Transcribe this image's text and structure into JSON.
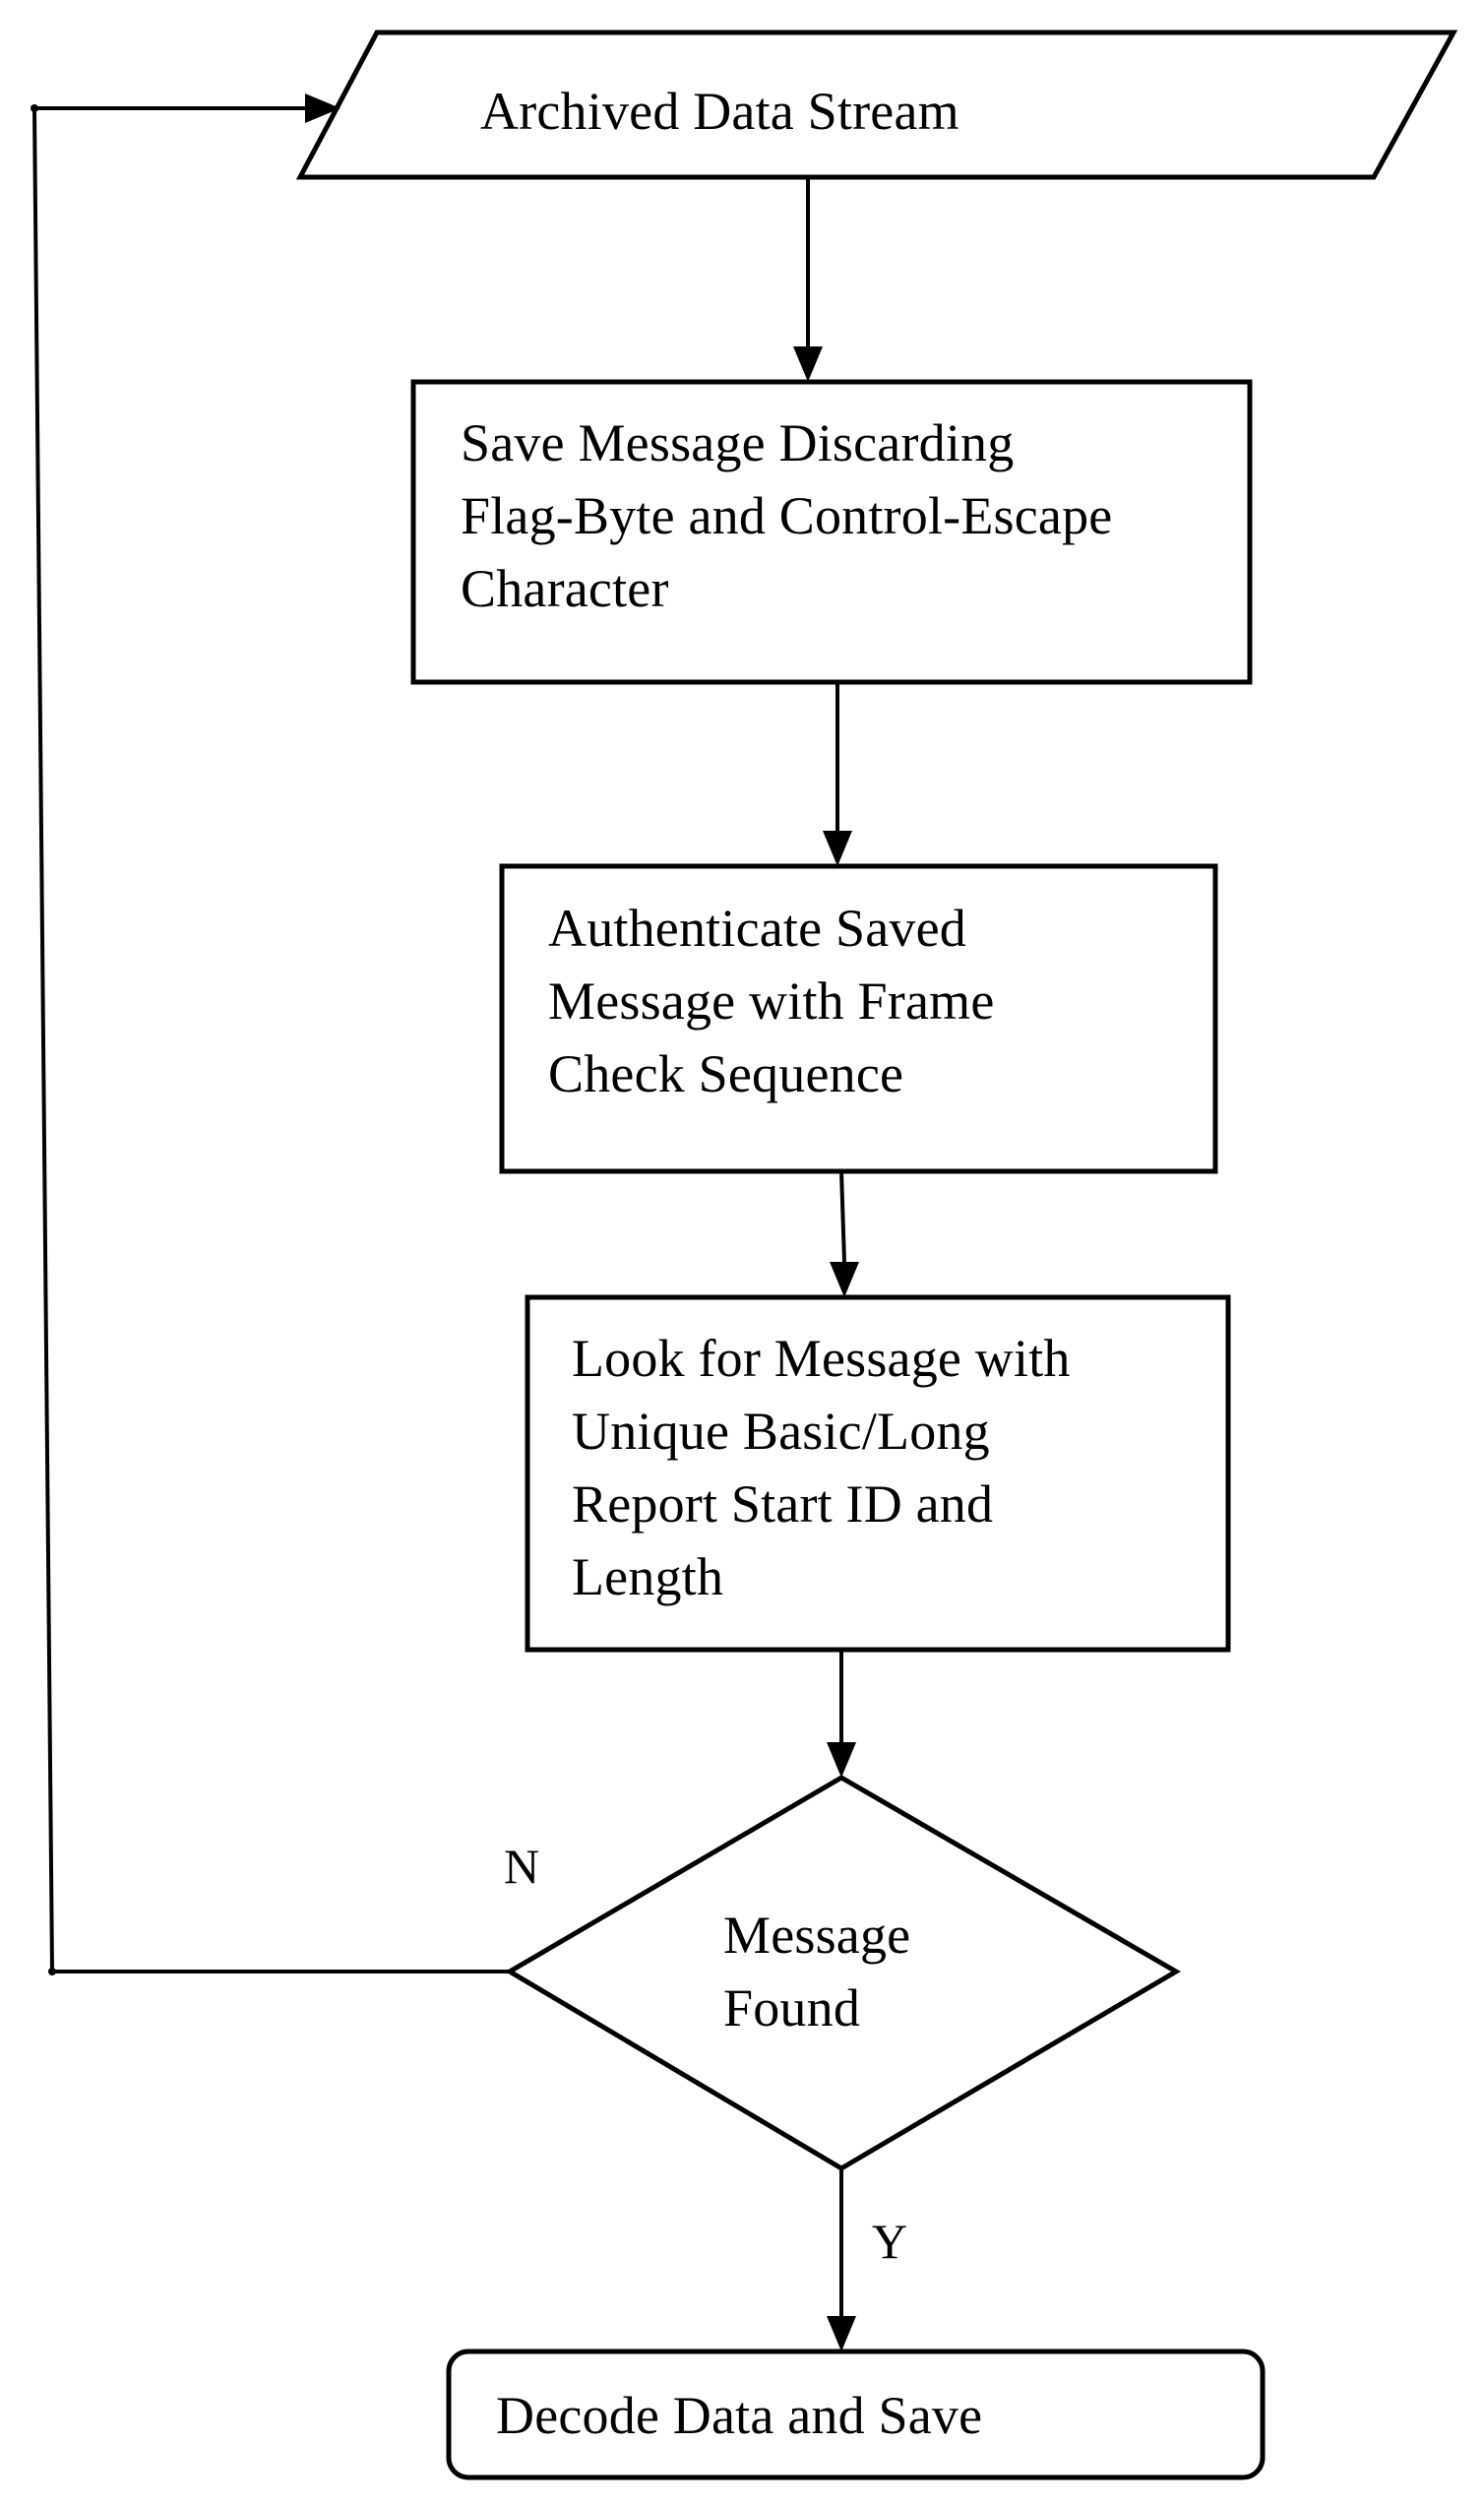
{
  "diagram": {
    "type": "flowchart",
    "nodes": {
      "input": {
        "shape": "parallelogram",
        "label": "Archived Data Stream"
      },
      "save_message": {
        "shape": "rectangle",
        "label": "Save Message Discarding\nFlag-Byte and Control-Escape\nCharacter"
      },
      "authenticate": {
        "shape": "rectangle",
        "label": "Authenticate Saved\nMessage with Frame\nCheck Sequence"
      },
      "look_for": {
        "shape": "rectangle",
        "label": "Look for Message with\nUnique Basic/Long\nReport Start ID and\nLength"
      },
      "decision": {
        "shape": "diamond",
        "label": "Message\nFound"
      },
      "decode": {
        "shape": "rounded-rectangle",
        "label": "Decode Data and Save"
      }
    },
    "edges": {
      "no_label": "N",
      "yes_label": "Y"
    }
  }
}
